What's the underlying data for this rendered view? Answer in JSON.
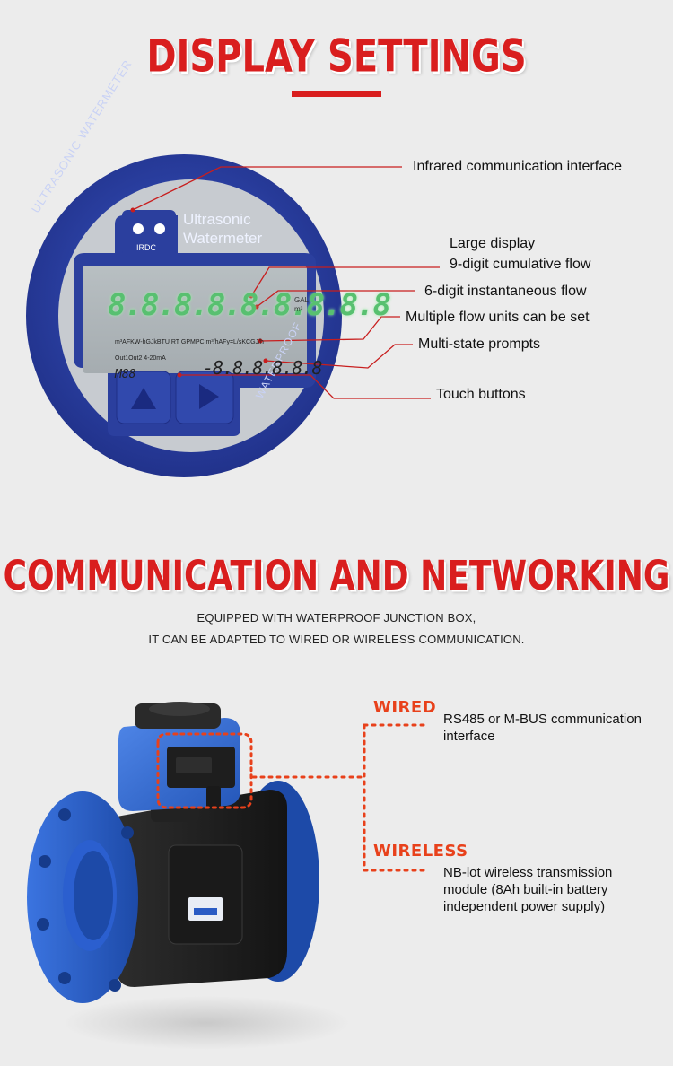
{
  "display_section": {
    "heading": "DISPLAY SETTINGS",
    "callouts": [
      "Infrared communication interface",
      "Large display",
      "9-digit cumulative flow",
      "6-digit instantaneous flow",
      "Multiple flow units can be set",
      "Multi-state prompts",
      "Touch buttons"
    ],
    "meter_face": {
      "ring_text": "ULTRASONIC WATERMETER",
      "ring_text_right": "WATERPROOF",
      "brand_line1": "Ultrasonic",
      "brand_line2": "Watermeter",
      "port_label": "IRDC",
      "big_digits": "8.8.8.8.8.8.8.8.8",
      "small_digits": "-8.8.8.8.8.8",
      "units_row": "m³AFKW-hGJkBTU RT   GPMPC m³/hAFy=L/sKCGJ/h",
      "left_small": "M88",
      "out_row": "Out1Out2 4-20mA",
      "side_units": "GAL m³"
    },
    "colors": {
      "accent": "#d91e1e",
      "meter_blue": "#2b3f9e",
      "lcd_green": "#7ddc8f"
    }
  },
  "network_section": {
    "heading": "COMMUNICATION AND NETWORKING",
    "sub_line1": "EQUIPPED WITH WATERPROOF JUNCTION BOX,",
    "sub_line2": "IT CAN BE ADAPTED TO WIRED OR WIRELESS COMMUNICATION.",
    "wired": {
      "title": "WIRED",
      "line1": "RS485 or M-BUS communication",
      "line2": "interface"
    },
    "wireless": {
      "title": "WIRELESS",
      "line1": "NB-lot wireless transmission",
      "line2": "module (8Ah built-in battery",
      "line3": "independent power supply)"
    },
    "colors": {
      "accent": "#e8411b",
      "body_blue": "#2f62c8",
      "body_black": "#232323"
    }
  }
}
